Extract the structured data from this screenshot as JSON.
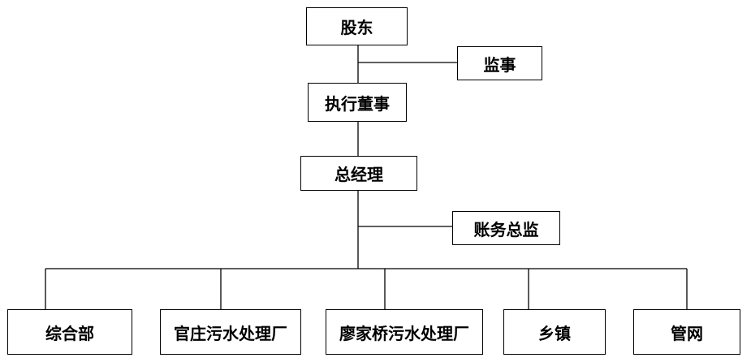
{
  "diagram": {
    "type": "organization-chart",
    "nodes": {
      "shareholders": "股东",
      "supervisor": "监事",
      "executive_director": "执行董事",
      "general_manager": "总经理",
      "finance_director": "账务总监",
      "general_department": "综合部",
      "guanzhuang_plant": "官庄污水处理厂",
      "liaojiaqiao_plant": "廖家桥污水处理厂",
      "townships": "乡镇",
      "pipe_network": "管网"
    },
    "edges": [
      [
        "shareholders",
        "supervisor"
      ],
      [
        "shareholders",
        "executive_director"
      ],
      [
        "executive_director",
        "general_manager"
      ],
      [
        "general_manager",
        "finance_director"
      ],
      [
        "general_manager",
        "general_department"
      ],
      [
        "general_manager",
        "guanzhuang_plant"
      ],
      [
        "general_manager",
        "liaojiaqiao_plant"
      ],
      [
        "general_manager",
        "townships"
      ],
      [
        "general_manager",
        "pipe_network"
      ]
    ]
  }
}
